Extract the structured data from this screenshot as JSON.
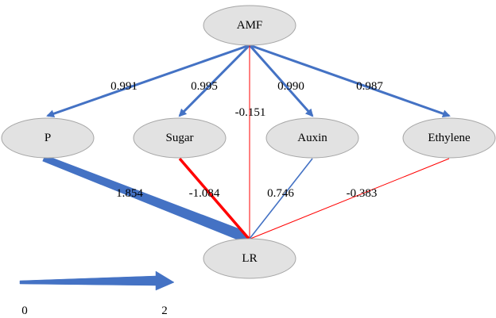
{
  "colors": {
    "positive": "#4472c4",
    "negative": "#ff0000",
    "node_fill": "#e2e2e2",
    "node_stroke": "#a6a6a6"
  },
  "nodes": {
    "amf": "AMF",
    "p": "P",
    "sugar": "Sugar",
    "auxin": "Auxin",
    "ethylene": "Ethylene",
    "lr": "LR"
  },
  "paths": {
    "amf_p": {
      "coef": "0.991",
      "sign": "positive"
    },
    "amf_sugar": {
      "coef": "0.995",
      "sign": "positive"
    },
    "amf_lr": {
      "coef": "-0.151",
      "sign": "negative"
    },
    "amf_auxin": {
      "coef": "0.990",
      "sign": "positive"
    },
    "amf_ethylene": {
      "coef": "0.987",
      "sign": "positive"
    },
    "p_lr": {
      "coef": "1.854",
      "sign": "positive"
    },
    "sugar_lr": {
      "coef": "-1.084",
      "sign": "negative"
    },
    "auxin_lr": {
      "coef": "0.746",
      "sign": "positive"
    },
    "ethylene_lr": {
      "coef": "-0.383",
      "sign": "negative"
    }
  },
  "legend": {
    "min": "0",
    "max": "2"
  }
}
